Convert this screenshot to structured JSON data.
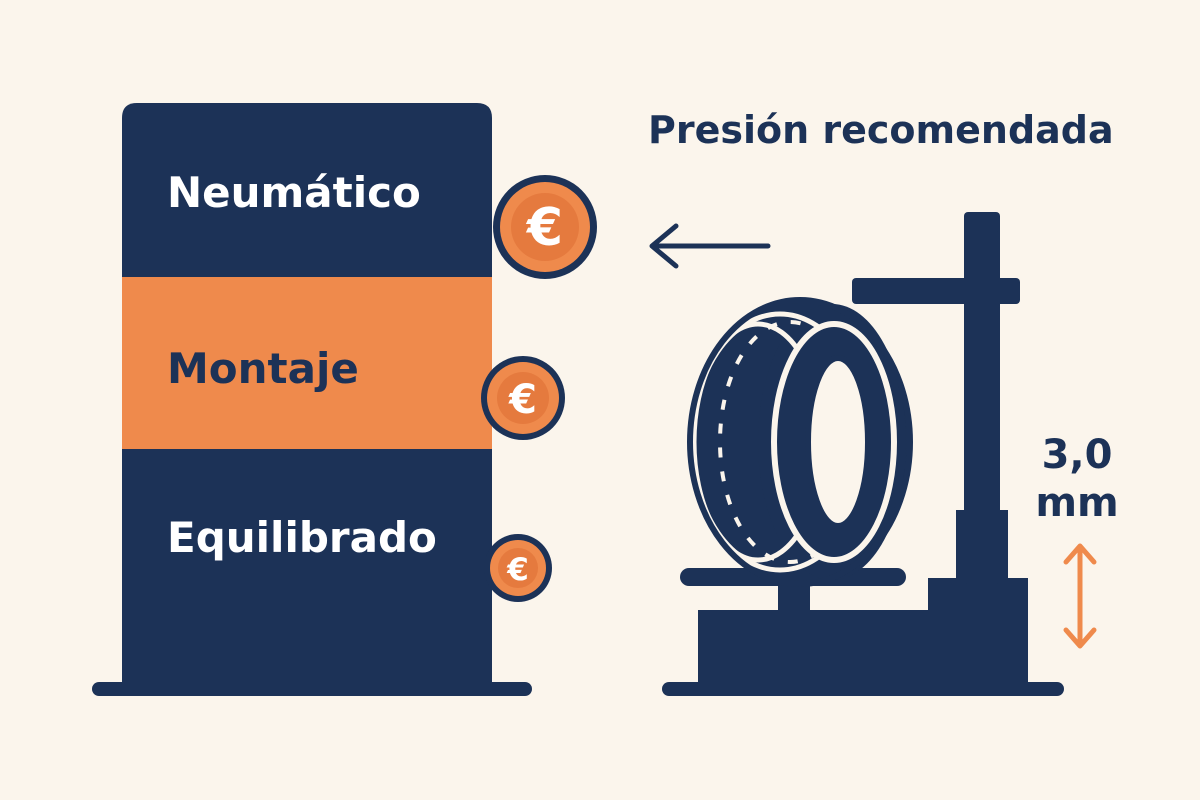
{
  "colors": {
    "background": "#fbf5ec",
    "navy": "#1c3257",
    "orange": "#ef8a4c",
    "white": "#ffffff"
  },
  "cost_stack": {
    "items": [
      {
        "label": "Neumático",
        "color": "navy",
        "icon": "euro-coin-icon"
      },
      {
        "label": "Montaje",
        "color": "orange",
        "icon": "euro-coin-icon"
      },
      {
        "label": "Equilibrado",
        "color": "navy",
        "icon": "euro-coin-icon"
      }
    ]
  },
  "currency_symbol": "€",
  "pressure": {
    "title": "Presión recomendada",
    "arrow_icon": "left-arrow-icon"
  },
  "machine": {
    "icon": "tire-on-stand-icon",
    "measurement_value": "3,0",
    "measurement_unit": "mm",
    "measurement_icon": "double-arrow-icon"
  }
}
